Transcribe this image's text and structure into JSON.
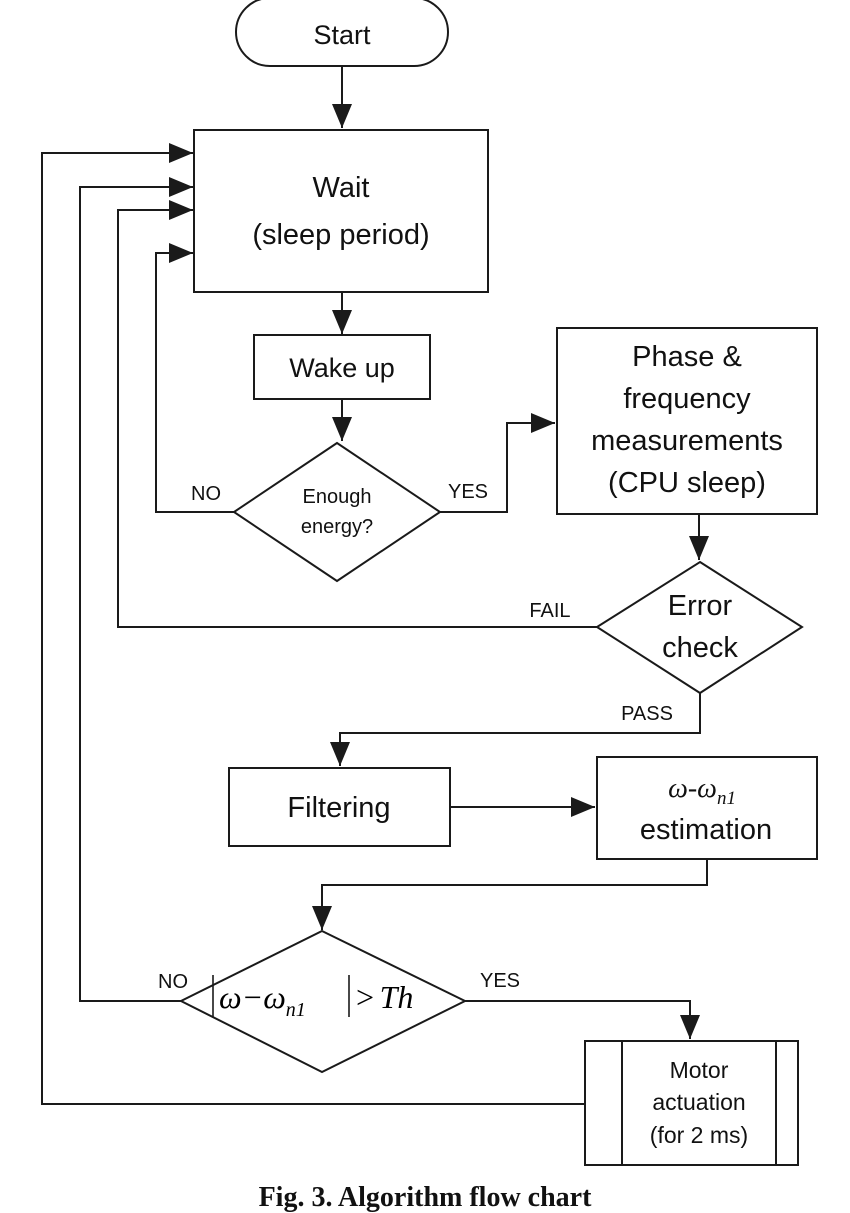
{
  "start": {
    "label": "Start"
  },
  "wait": {
    "line1": "Wait",
    "line2": "(sleep period)"
  },
  "wake": {
    "label": "Wake up"
  },
  "energy": {
    "line1": "Enough",
    "line2": "energy?",
    "yes": "YES",
    "no": "NO"
  },
  "measure": {
    "line1": "Phase &",
    "line2": "frequency",
    "line3": "measurements",
    "line4": "(CPU sleep)"
  },
  "error_check": {
    "line1": "Error",
    "line2": "check",
    "fail": "FAIL",
    "pass": "PASS"
  },
  "filtering": {
    "label": "Filtering"
  },
  "estimation": {
    "symbol": "ω-ω",
    "subscript": "n1",
    "line2": "estimation"
  },
  "threshold": {
    "lhs": "ω−ω",
    "subscript": "n1",
    "op": ">",
    "rhs": "Th",
    "yes": "YES",
    "no": "NO"
  },
  "motor": {
    "line1": "Motor",
    "line2": "actuation",
    "line3": "(for 2 ms)"
  },
  "caption": {
    "text": "Fig. 3. Algorithm flow chart"
  }
}
